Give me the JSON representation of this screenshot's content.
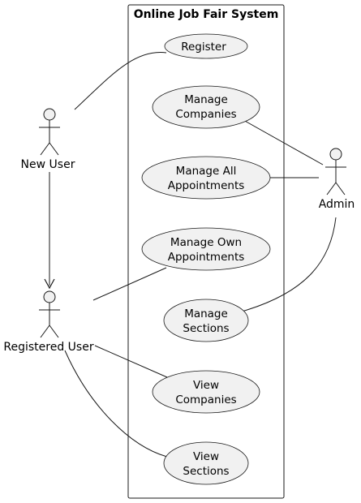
{
  "system": {
    "title": "Online Job Fair System"
  },
  "actors": {
    "new_user": {
      "label": "New User"
    },
    "registered_user": {
      "label": "Registered User"
    },
    "admin": {
      "label": "Admin"
    }
  },
  "usecases": {
    "register": {
      "lines": [
        "Register"
      ]
    },
    "manage_companies": {
      "lines": [
        "Manage",
        "Companies"
      ]
    },
    "manage_all_appointments": {
      "lines": [
        "Manage All",
        "Appointments"
      ]
    },
    "manage_own_appointments": {
      "lines": [
        "Manage Own",
        "Appointments"
      ]
    },
    "manage_sections": {
      "lines": [
        "Manage",
        "Sections"
      ]
    },
    "view_companies": {
      "lines": [
        "View",
        "Companies"
      ]
    },
    "view_sections": {
      "lines": [
        "View",
        "Sections"
      ]
    }
  },
  "colors": {
    "usecase_fill": "#f1f1f1",
    "stroke": "#181818",
    "background": "#ffffff"
  }
}
